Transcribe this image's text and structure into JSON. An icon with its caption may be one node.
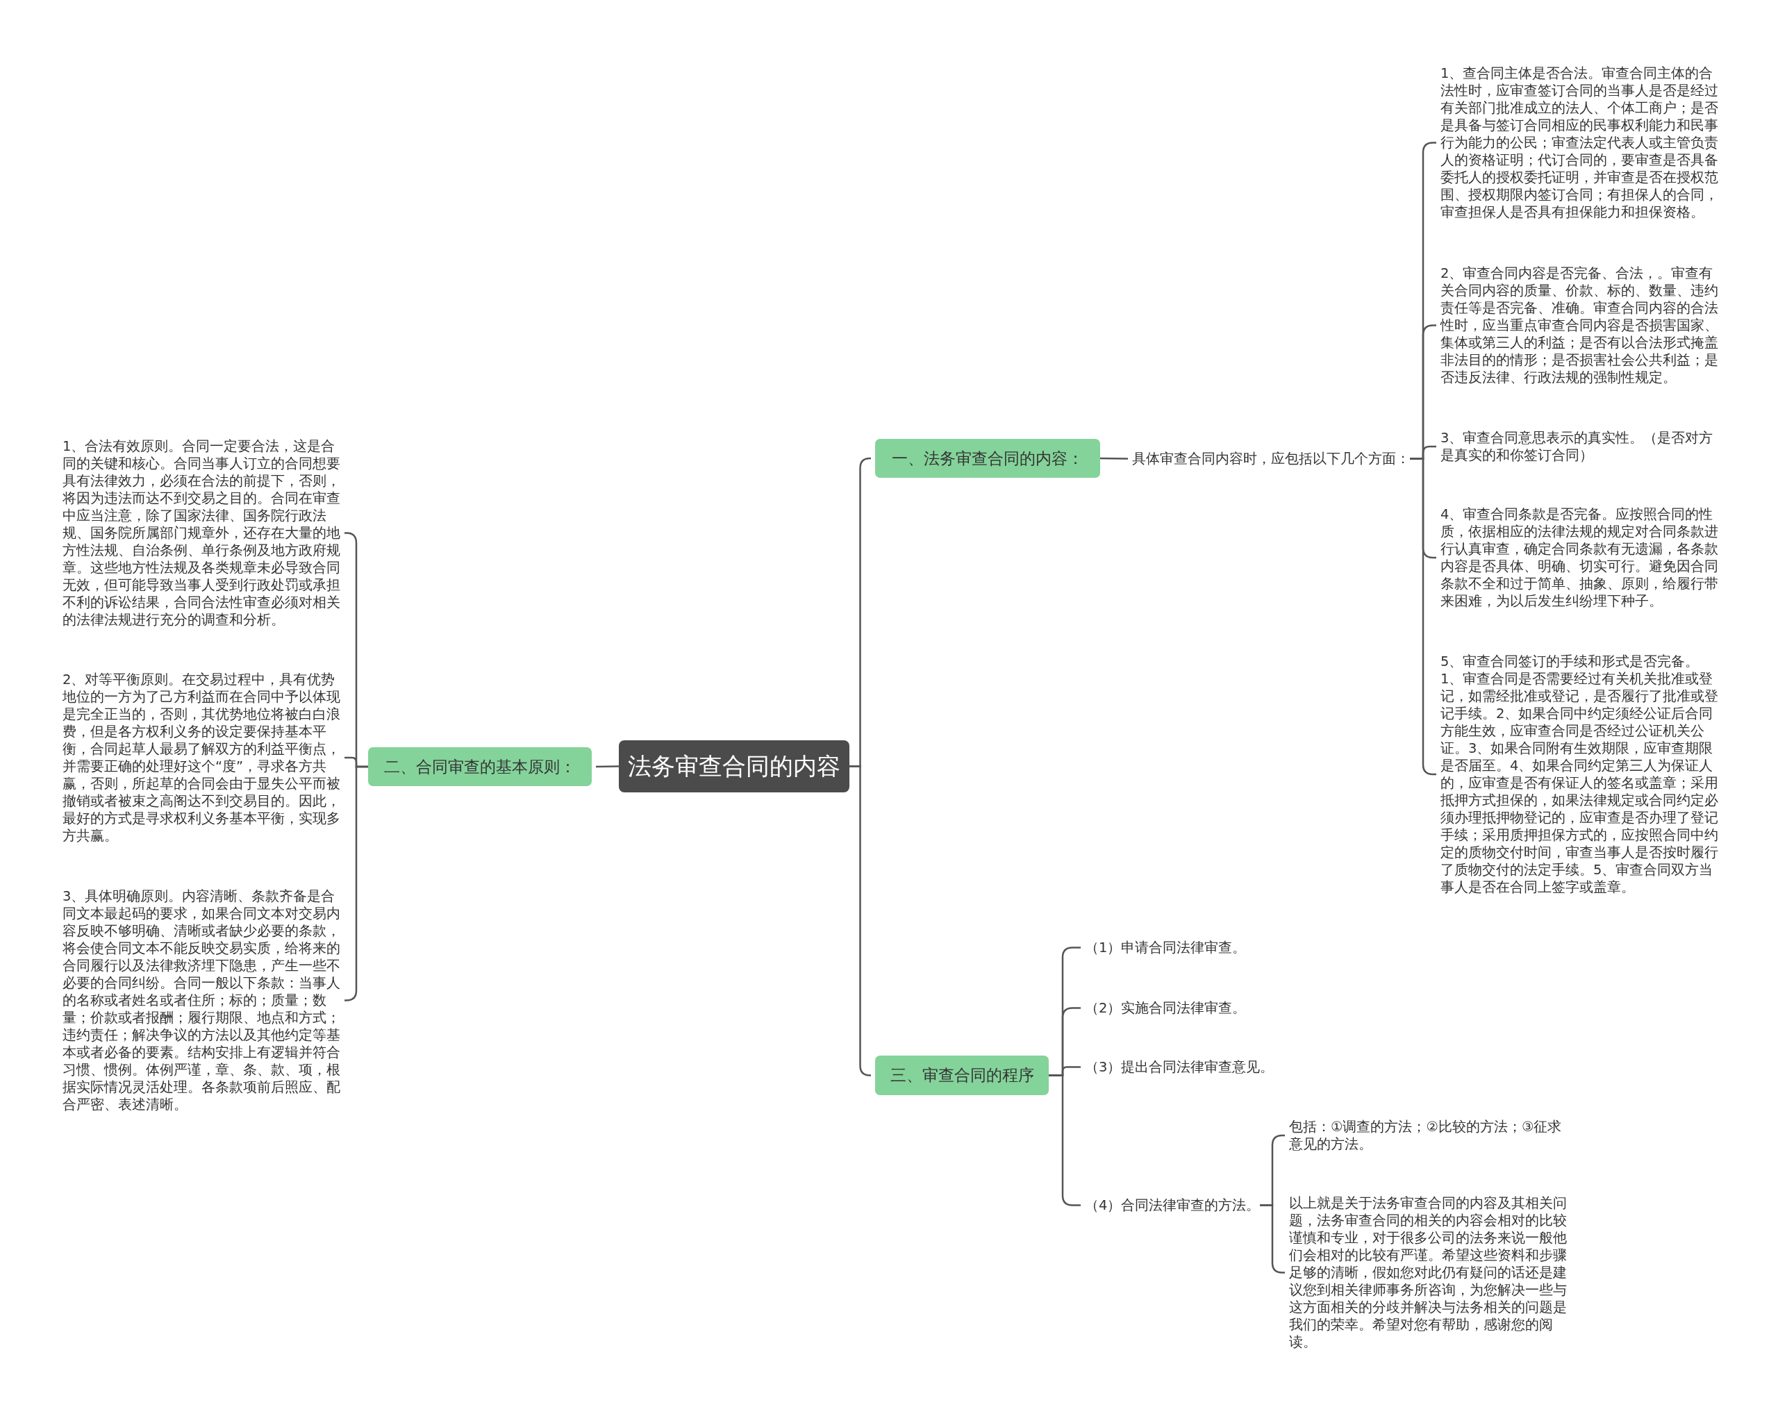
{
  "diagram": {
    "nodes": [
      {
        "text": [
          "法务审查合同的内容"
        ]
      },
      {
        "text": [
          "一、法务审查合同的内容："
        ]
      },
      {
        "text": [
          "具体审查合同内容时，应包括以下几个方面："
        ]
      },
      {
        "text": [
          "1、查合同主体是否合法。审查合同主体的合法性时，应审查签订合同的当事人是否是经过有关部门批准成立的法人、个体工商户；是否是具备与签订合同相应的民事权利能力和民事行为能力的公民；审查法定代表人或主管负责人的资格证明；代订合同的，要审查是否具备委托人的授权委托证明，并审查是否在授权范围、授权期限内签订合同；有担保人的合同，审查担保人是否具有担保能力和担保资格。"
        ]
      },
      {
        "text": [
          "2、审查合同内容是否完备、合法，。审查有关合同内容的质量、价款、标的、数量、违约责任等是否完备、准确。审查合同内容的合法性时，应当重点审查合同内容是否损害国家、集体或第三人的利益；是否有以合法形式掩盖非法目的的情形；是否损害社会公共利益；是否违反法律、行政法规的强制性规定。"
        ]
      },
      {
        "text": [
          "3、审查合同意思表示的真实性。（是否对方是真实的和你签订合同）"
        ]
      },
      {
        "text": [
          "4、审查合同条款是否完备。应按照合同的性质，依据相应的法律法规的规定对合同条款进行认真审查，确定合同条款有无遗漏，各条款内容是否具体、明确、切实可行。避免因合同条款不全和过于简单、抽象、原则，给履行带来困难，为以后发生纠纷埋下种子。"
        ]
      },
      {
        "text": [
          "5、审查合同签订的手续和形式是否完备。1、审查合同是否需要经过有关机关批准或登记，如需经批准或登记，是否履行了批准或登记手续。2、如果合同中约定须经公证后合同方能生效，应审查合同是否经过公证机关公证。3、如果合同附有生效期限，应审查期限是否届至。4、如果合同约定第三人为保证人的，应审查是否有保证人的签名或盖章；采用抵押方式担保的，如果法律规定或合同约定必须办理抵押物登记的，应审查是否办理了登记手续；采用质押担保方式的，应按照合同中约定的质物交付时间，审查当事人是否按时履行了质物交付的法定手续。5、审查合同双方当事人是否在合同上签字或盖章。"
        ]
      },
      {
        "text": [
          "二、合同审查的基本原则："
        ]
      },
      {
        "text": [
          "1、合法有效原则。合同一定要合法，这是合同的关键和核心。合同当事人订立的合同想要具有法律效力，必须在合法的前提下，否则，将因为违法而达不到交易之目的。合同在审查中应当注意，除了国家法律、国务院行政法规、国务院所属部门规章外，还存在大量的地方性法规、自治条例、单行条例及地方政府规章。这些地方性法规及各类规章未必导致合同无效，但可能导致当事人受到行政处罚或承担不利的诉讼结果，合同合法性审查必须对相关的法律法规进行充分的调查和分析。"
        ]
      },
      {
        "text": [
          "2、对等平衡原则。在交易过程中，具有优势地位的一方为了己方利益而在合同中予以体现是完全正当的，否则，其优势地位将被白白浪费，但是各方权利义务的设定要保持基本平衡，合同起草人最易了解双方的利益平衡点，并需要正确的处理好这个“度”，寻求各方共赢，否则，所起草的合同会由于显失公平而被撤销或者被束之高阁达不到交易目的。因此，最好的方式是寻求权利义务基本平衡，实现多方共赢。"
        ]
      },
      {
        "text": [
          "3、具体明确原则。内容清晰、条款齐备是合同文本最起码的要求，如果合同文本对交易内容反映不够明确、清晰或者缺少必要的条款，将会使合同文本不能反映交易实质，给将来的合同履行以及法律救济埋下隐患，产生一些不必要的合同纠纷。合同一般以下条款：当事人的名称或者姓名或者住所；标的；质量；数量；价款或者报酬；履行期限、地点和方式；违约责任；解决争议的方法以及其他约定等基本或者必备的要素。结构安排上有逻辑并符合习惯、惯例。体例严谨，章、条、款、项，根据实际情况灵活处理。各条款项前后照应、配合严密、表述清晰。"
        ]
      },
      {
        "text": [
          "三、审查合同的程序"
        ]
      },
      {
        "text": [
          "（1）申请合同法律审查。"
        ]
      },
      {
        "text": [
          "（2）实施合同法律审查。"
        ]
      },
      {
        "text": [
          "（3）提出合同法律审查意见。"
        ]
      },
      {
        "text": [
          "（4）合同法律审查的方法。"
        ]
      },
      {
        "text": [
          "包括：①调查的方法；②比较的方法；③征求意见的方法。"
        ]
      },
      {
        "text": [
          "以上就是关于法务审查合同的内容及其相关问题，法务审查合同的相关的内容会相对的比较谨慎和专业，对于很多公司的法务来说一般他们会相对的比较有严谨。希望这些资料和步骤足够的清晰，假如您对此仍有疑问的话还是建议您到相关律师事务所咨询，为您解决一些与这方面相关的分歧并解决与法务相关的问题是我们的荣幸。希望对您有帮助，感谢您的阅读。"
        ]
      }
    ],
    "edges": [
      {
        "from": 0,
        "to": 1,
        "arrow": "none"
      },
      {
        "from": 1,
        "to": 2,
        "arrow": "none"
      },
      {
        "from": 2,
        "to": 3,
        "arrow": "none"
      },
      {
        "from": 2,
        "to": 4,
        "arrow": "none"
      },
      {
        "from": 2,
        "to": 5,
        "arrow": "none"
      },
      {
        "from": 2,
        "to": 6,
        "arrow": "none"
      },
      {
        "from": 2,
        "to": 7,
        "arrow": "none"
      },
      {
        "from": 0,
        "to": 8,
        "arrow": "none"
      },
      {
        "from": 8,
        "to": 9,
        "arrow": "none"
      },
      {
        "from": 8,
        "to": 10,
        "arrow": "none"
      },
      {
        "from": 8,
        "to": 11,
        "arrow": "none"
      },
      {
        "from": 0,
        "to": 12,
        "arrow": "none"
      },
      {
        "from": 12,
        "to": 13,
        "arrow": "none"
      },
      {
        "from": 12,
        "to": 14,
        "arrow": "none"
      },
      {
        "from": 12,
        "to": 15,
        "arrow": "none"
      },
      {
        "from": 12,
        "to": 16,
        "arrow": "none"
      },
      {
        "from": 16,
        "to": 17,
        "arrow": "none"
      },
      {
        "from": 16,
        "to": 18,
        "arrow": "none"
      }
    ]
  }
}
